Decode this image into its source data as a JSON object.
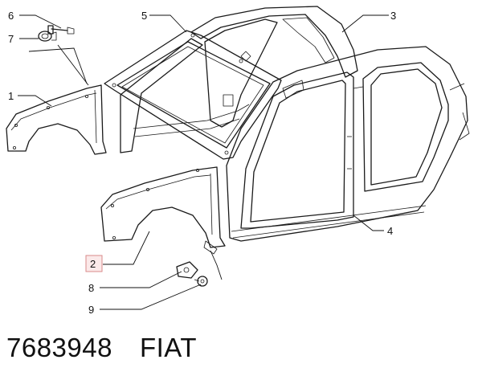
{
  "callouts": [
    {
      "id": "1",
      "label": "1"
    },
    {
      "id": "2",
      "label": "2"
    },
    {
      "id": "3",
      "label": "3"
    },
    {
      "id": "4",
      "label": "4"
    },
    {
      "id": "5",
      "label": "5"
    },
    {
      "id": "6",
      "label": "6"
    },
    {
      "id": "7",
      "label": "7"
    },
    {
      "id": "8",
      "label": "8"
    },
    {
      "id": "9",
      "label": "9"
    }
  ],
  "highlighted_callout": "2",
  "footer": {
    "part_number": "7683948",
    "brand": "FIAT"
  }
}
